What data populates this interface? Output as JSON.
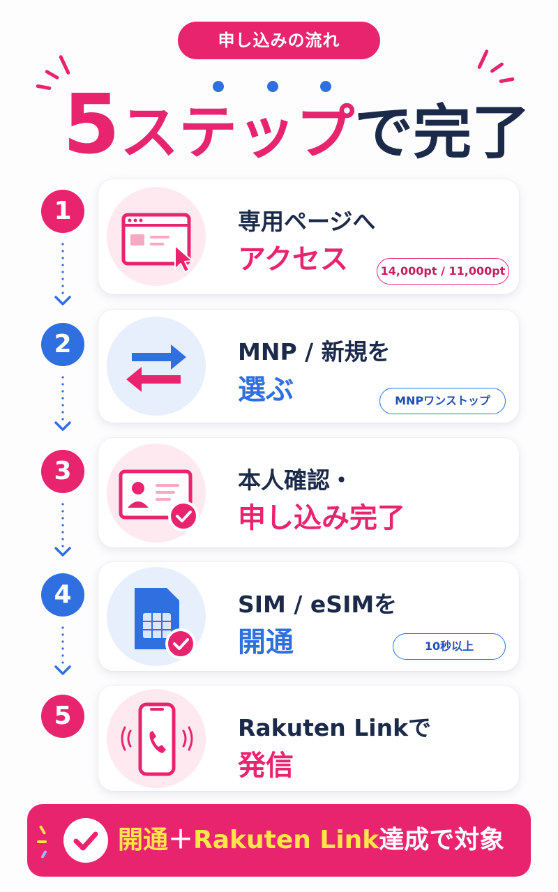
{
  "header": {
    "badge": "申し込みの流れ",
    "headline_number": "5",
    "headline_katakana": "ステップ",
    "headline_tail": "で完了"
  },
  "steps": [
    {
      "number": "1",
      "line1": "専用ページへ",
      "line2": "アクセス",
      "tag": "14,000pt / 11,000pt",
      "icon": "browser-cursor-icon"
    },
    {
      "number": "2",
      "line1": "MNP / 新規を",
      "line2": "選ぶ",
      "tag": "MNPワンストップ",
      "icon": "swap-arrows-icon"
    },
    {
      "number": "3",
      "line1": "本人確認・",
      "line2": "申し込み完了",
      "tag": "",
      "icon": "id-card-check-icon"
    },
    {
      "number": "4",
      "line1": "SIM / eSIMを",
      "line2": "開通",
      "tag": "10秒以上",
      "icon": "sim-card-check-icon"
    },
    {
      "number": "5",
      "line1": "Rakuten Linkで",
      "line2": "発信",
      "tag": "",
      "icon": "phone-ringing-icon"
    }
  ],
  "footer": {
    "part1": "開通",
    "plus": "＋",
    "part2": "Rakuten Link",
    "part3": "達成で対象",
    "icon": "check-circle-icon"
  },
  "colors": {
    "pink": "#e8246f",
    "blue": "#2f6fe0",
    "navy": "#1c2a4a",
    "yellow": "#ffe44a"
  }
}
